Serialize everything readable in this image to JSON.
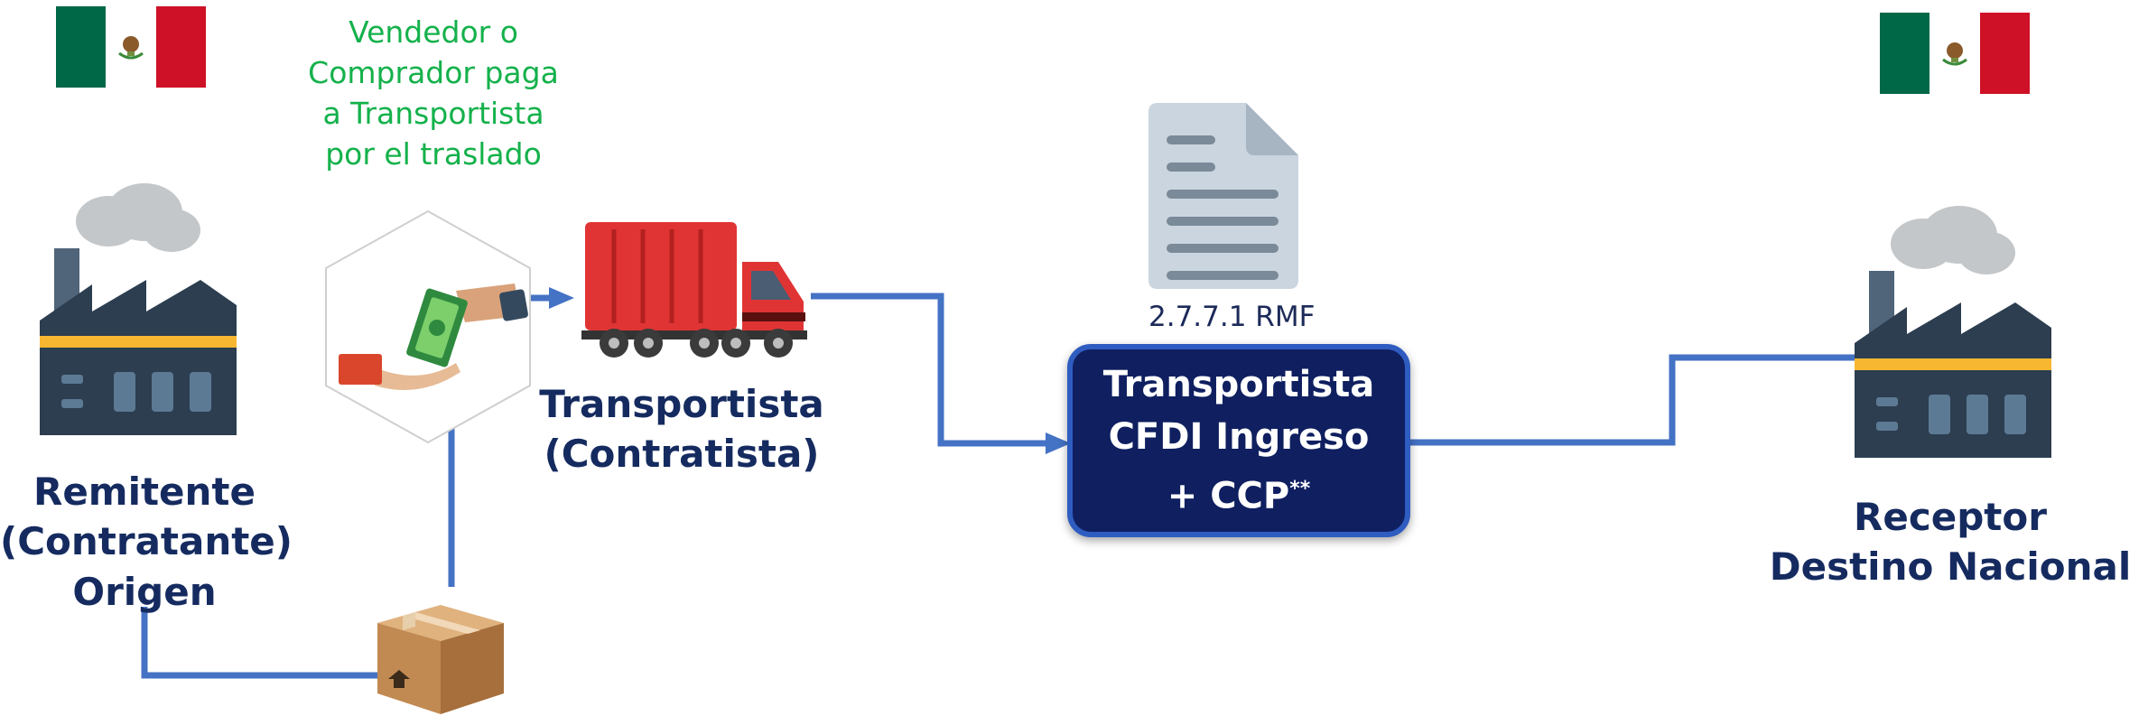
{
  "colors": {
    "connector": "#4472c4",
    "label_text": "#152b60",
    "payment_note": "#14b14b",
    "box_fill": "#0f1f60",
    "box_border": "#2f5cc1",
    "factory_body": "#2c3e50",
    "factory_stripe": "#f7b731",
    "truck_red": "#e03434"
  },
  "icons": {
    "origin_flag": "mexico-flag-icon",
    "destination_flag": "mexico-flag-icon",
    "origin_factory": "factory-icon",
    "destination_factory": "factory-icon",
    "payment": "cash-handover-icon",
    "truck": "truck-icon",
    "document": "document-icon",
    "package": "box-icon"
  },
  "payment_note": {
    "lines": [
      "Vendedor o",
      "Comprador paga",
      "a Transportista",
      "por el traslado"
    ]
  },
  "origin": {
    "lines": [
      "Remitente",
      "(Contratante)",
      "Origen"
    ]
  },
  "carrier": {
    "lines": [
      "Transportista",
      "(Contratista)"
    ]
  },
  "document": {
    "rule": "2.7.7.1 RMF"
  },
  "cfdi_box": {
    "line1": "Transportista",
    "line2": "CFDI Ingreso",
    "line3_prefix": "+ CCP",
    "line3_mark": "**"
  },
  "destination": {
    "lines": [
      "Receptor",
      "Destino Nacional"
    ]
  }
}
